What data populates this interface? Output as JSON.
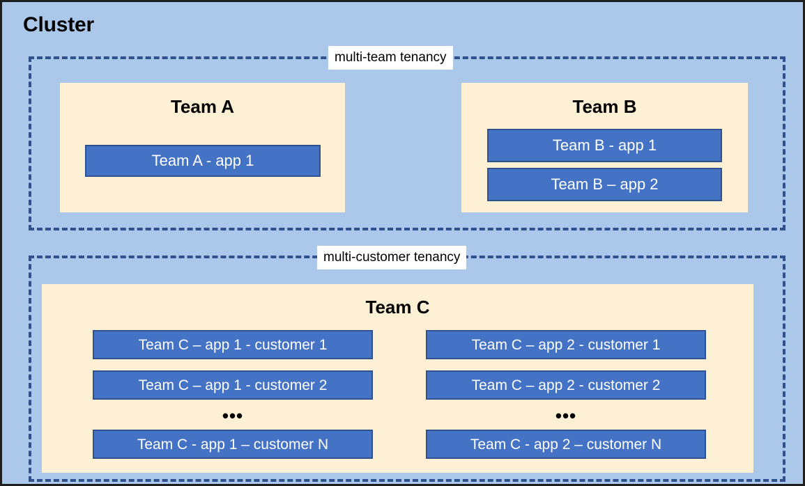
{
  "diagram": {
    "title": "Cluster",
    "background_color": "#abc7ea",
    "frame_border_color": "#1f1f1f",
    "dash_color": "#2f528f",
    "team_box_color": "#fdf0d4",
    "app_box_color": "#4472c4",
    "app_box_border_color": "#2f528f",
    "app_text_color": "#ffffff"
  },
  "groups": [
    {
      "id": "multi-team",
      "label": "multi-team tenancy",
      "teams": [
        {
          "id": "team-a",
          "title": "Team A",
          "apps": [
            {
              "label": "Team A - app 1"
            }
          ]
        },
        {
          "id": "team-b",
          "title": "Team B",
          "apps": [
            {
              "label": "Team B - app 1"
            },
            {
              "label": "Team B – app 2"
            }
          ]
        }
      ]
    },
    {
      "id": "multi-customer",
      "label": "multi-customer tenancy",
      "teams": [
        {
          "id": "team-c",
          "title": "Team C",
          "columns": [
            {
              "id": "app-1",
              "apps": [
                {
                  "label": "Team C – app 1 - customer 1"
                },
                {
                  "label": "Team C – app 1 - customer 2"
                },
                {
                  "label": "Team C - app 1 – customer N"
                }
              ],
              "ellipsis": "•••"
            },
            {
              "id": "app-2",
              "apps": [
                {
                  "label": "Team C – app 2 - customer 1"
                },
                {
                  "label": "Team C – app 2 - customer 2"
                },
                {
                  "label": "Team C - app 2 – customer N"
                }
              ],
              "ellipsis": "•••"
            }
          ]
        }
      ]
    }
  ]
}
